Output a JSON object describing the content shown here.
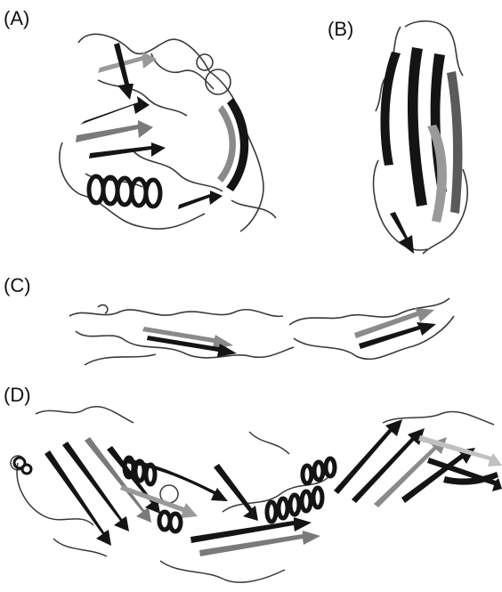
{
  "figure": {
    "panels": [
      {
        "id": "A",
        "label": "(A)"
      },
      {
        "id": "B",
        "label": "(B)"
      },
      {
        "id": "C",
        "label": "(C)"
      },
      {
        "id": "D",
        "label": "(D)"
      }
    ],
    "colors": {
      "strand_dark": "#141414",
      "strand_mid": "#7a7a7a",
      "strand_light": "#c8c8c8",
      "coil": "#3a3a3a",
      "background": "#ffffff"
    }
  }
}
